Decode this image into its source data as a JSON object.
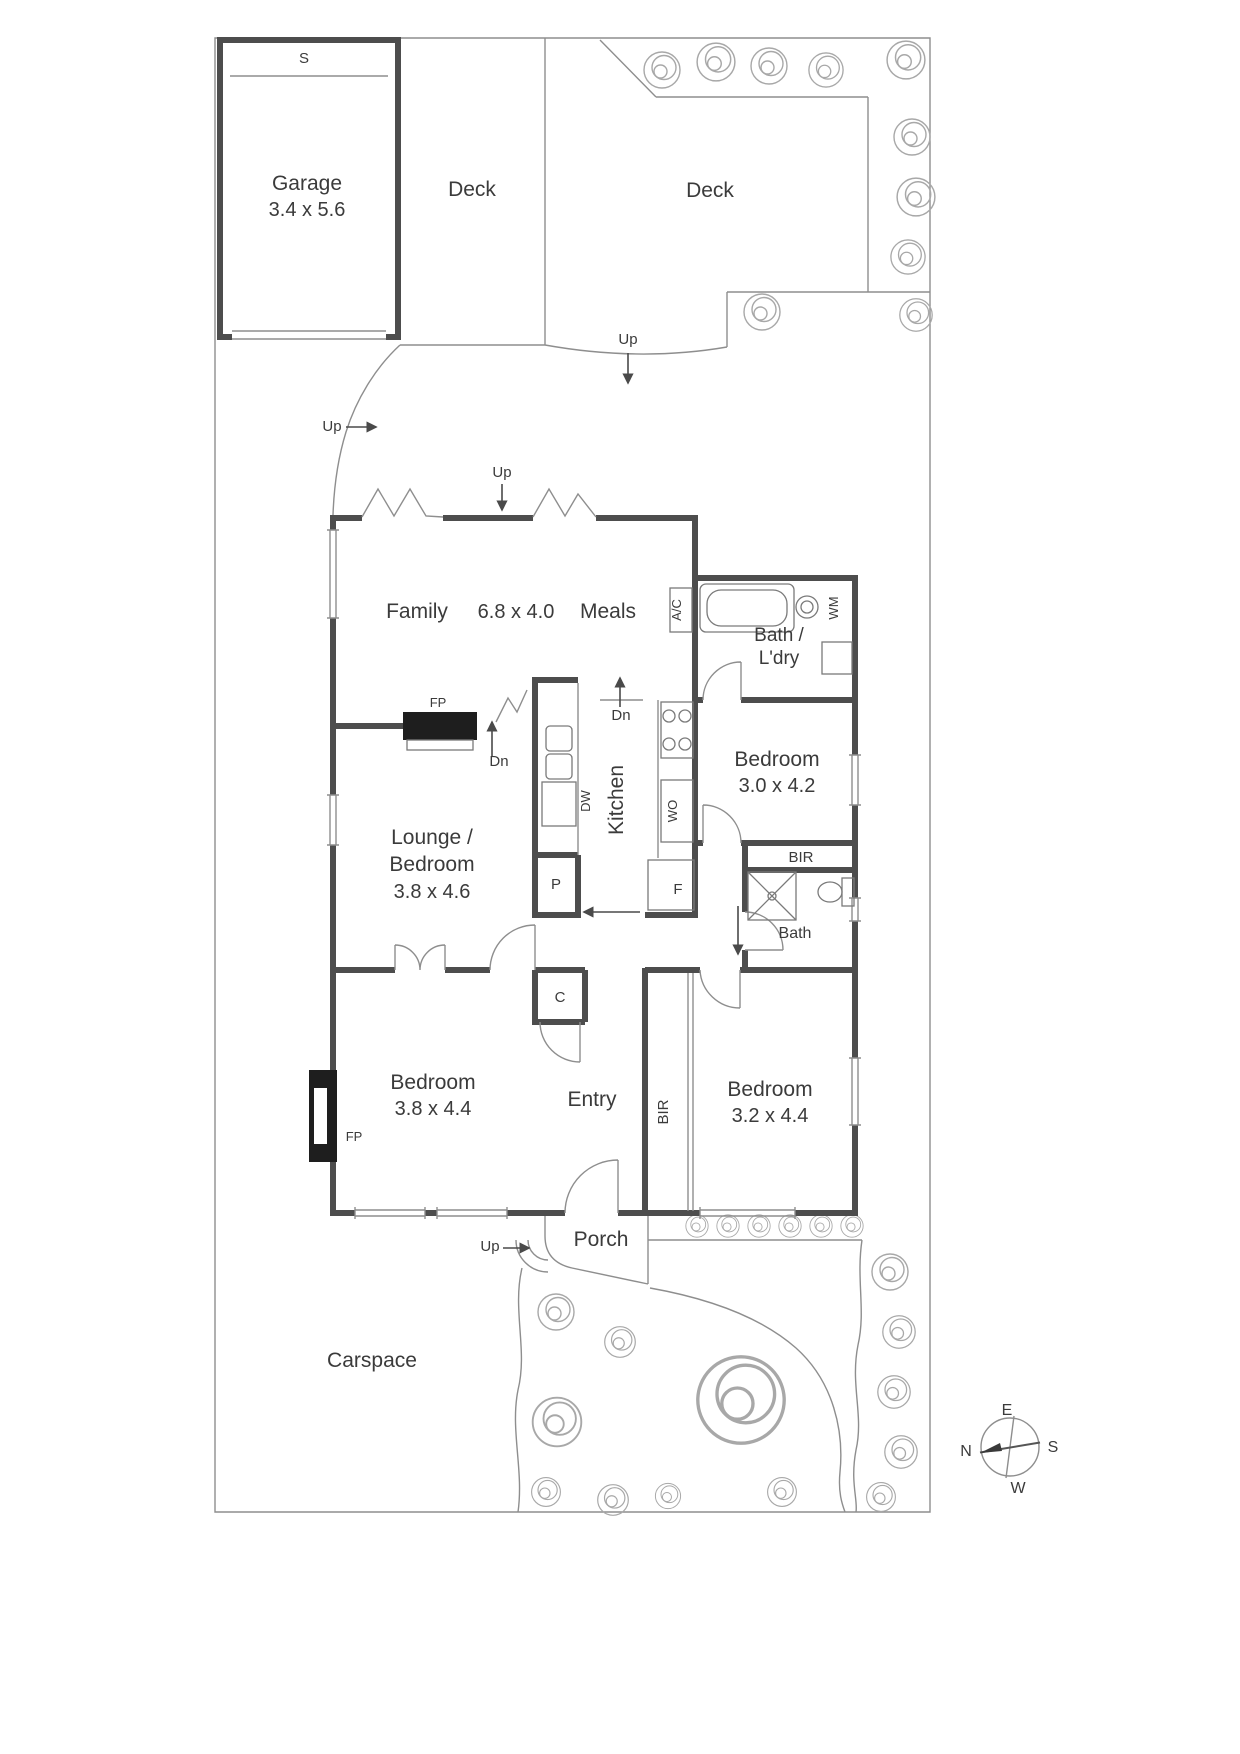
{
  "plan": {
    "rooms": {
      "garage": {
        "name": "Garage",
        "dims": "3.4 x 5.6"
      },
      "deck_left": {
        "name": "Deck"
      },
      "deck_right": {
        "name": "Deck"
      },
      "family": {
        "name": "Family",
        "dims": "6.8 x 4.0"
      },
      "meals": {
        "name": "Meals"
      },
      "bath_laundry": {
        "name_line1": "Bath /",
        "name_line2": "L'dry"
      },
      "bedroom_rear": {
        "name": "Bedroom",
        "dims": "3.0 x 4.2"
      },
      "kitchen": {
        "name": "Kitchen"
      },
      "lounge_bedroom": {
        "name_line1": "Lounge /",
        "name_line2": "Bedroom",
        "dims": "3.8 x 4.6"
      },
      "bath": {
        "name": "Bath"
      },
      "bedroom_front_left": {
        "name": "Bedroom",
        "dims": "3.8 x 4.4"
      },
      "entry": {
        "name": "Entry"
      },
      "bedroom_front_right": {
        "name": "Bedroom",
        "dims": "3.2 x 4.4"
      },
      "porch": {
        "name": "Porch"
      },
      "carspace": {
        "name": "Carspace"
      }
    },
    "fixtures": {
      "garage_storage": "S",
      "fireplace_lounge": "FP",
      "fireplace_bedroom": "FP",
      "air_conditioner": "A/C",
      "washing_machine": "WM",
      "dishwasher": "DW",
      "wall_oven": "WO",
      "pantry": "P",
      "fridge": "F",
      "cupboard": "C",
      "built_in_robe_rear": "BIR",
      "built_in_robe_front": "BIR"
    },
    "stairs": {
      "up_deck": "Up",
      "up_side": "Up",
      "up_family": "Up",
      "up_porch": "Up",
      "down_kitchen": "Dn",
      "down_lounge": "Dn"
    },
    "compass": {
      "north": "N",
      "east": "E",
      "south": "S",
      "west": "W"
    }
  }
}
